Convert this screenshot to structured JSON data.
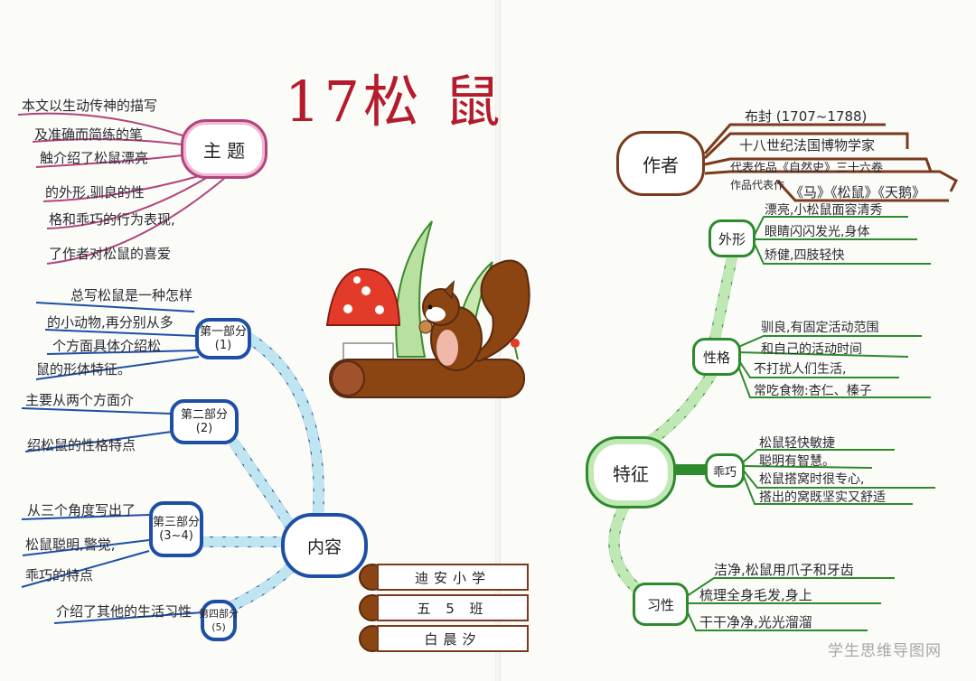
{
  "title": {
    "prefix": "17松",
    "suffix": "鼠"
  },
  "topic": {
    "label": "主 题",
    "lines": [
      "本文以生动传神的描写",
      "及准确而简练的笔",
      "触介绍了松鼠漂亮",
      "的外形,驯良的性",
      "格和乖巧的行为表现,",
      "了作者对松鼠的喜爱"
    ]
  },
  "content": {
    "label": "内容",
    "parts": [
      {
        "label": "第一部分\n(1)",
        "lines": [
          "总写松鼠是一种怎样",
          "的小动物,再分别从多",
          "个方面具体介绍松",
          "鼠的形体特征。"
        ]
      },
      {
        "label": "第二部分\n(2)",
        "lines": [
          "主要从两个方面介",
          "绍松鼠的性格特点"
        ]
      },
      {
        "label": "第三部分\n(3~4)",
        "lines": [
          "从三个角度写出了",
          "松鼠聪明,警觉,",
          "乖巧的特点"
        ]
      },
      {
        "label": "第四部分\n(5)",
        "lines": [
          "介绍了其他的生活习性"
        ]
      }
    ]
  },
  "author": {
    "label": "作者",
    "lines": [
      "布封 (1707~1788)",
      "十八世纪法国博物学家",
      "代表作品《自然史》三十六卷",
      "作品代表作",
      "《马》《松鼠》《天鹅》"
    ]
  },
  "features": {
    "label": "特征",
    "items": [
      {
        "label": "外形",
        "lines": [
          "漂亮,小松鼠面容清秀",
          "眼睛闪闪发光,身体",
          "矫健,四肢轻快"
        ]
      },
      {
        "label": "性格",
        "lines": [
          "驯良,有固定活动范围",
          "和自己的活动时间",
          "不打扰人们生活,",
          "常吃食物:杏仁、榛子"
        ]
      },
      {
        "label": "乖巧",
        "lines": [
          "松鼠轻快敏捷",
          "聪明有智慧。",
          "松鼠搭窝时很专心,",
          "搭出的窝既坚实又舒适"
        ]
      },
      {
        "label": "习性",
        "lines": [
          "洁净,松鼠用爪子和牙齿",
          "梳理全身毛发,身上",
          "干干净净,光光溜溜"
        ]
      }
    ]
  },
  "signature": {
    "school": "迪安小学",
    "class": "五 5 班",
    "name": "白晨汐"
  },
  "watermark": "学生思维导图网",
  "colors": {
    "topic": "#b0457a",
    "author": "#7a3a1c",
    "content": "#1d4fa5",
    "feature": "#2d8a2d",
    "title": "#a01a28"
  }
}
